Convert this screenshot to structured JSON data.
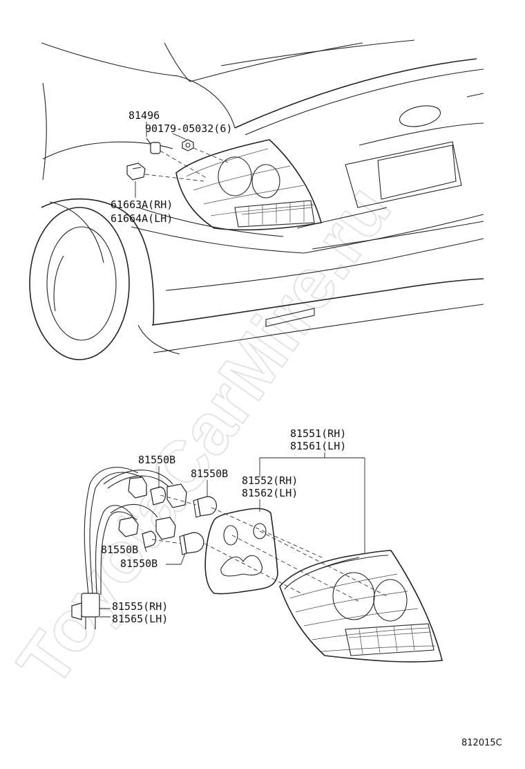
{
  "watermark": "ToyotaCarMire.ru",
  "reference_code": "812015C",
  "top_callouts": {
    "bracket": "81496",
    "screw": "90179-05032(6)",
    "clip_rh": "61663A(RH)",
    "clip_lh": "61664A(LH)"
  },
  "bottom_callouts": {
    "lamp_assy_rh": "81551(RH)",
    "lamp_assy_lh": "81561(LH)",
    "gasket_rh": "81552(RH)",
    "gasket_lh": "81562(LH)",
    "bulb_1": "81550B",
    "bulb_2": "81550B",
    "bulb_3": "81550B",
    "bulb_4": "81550B",
    "socket_rh": "81555(RH)",
    "socket_lh": "81565(LH)"
  }
}
